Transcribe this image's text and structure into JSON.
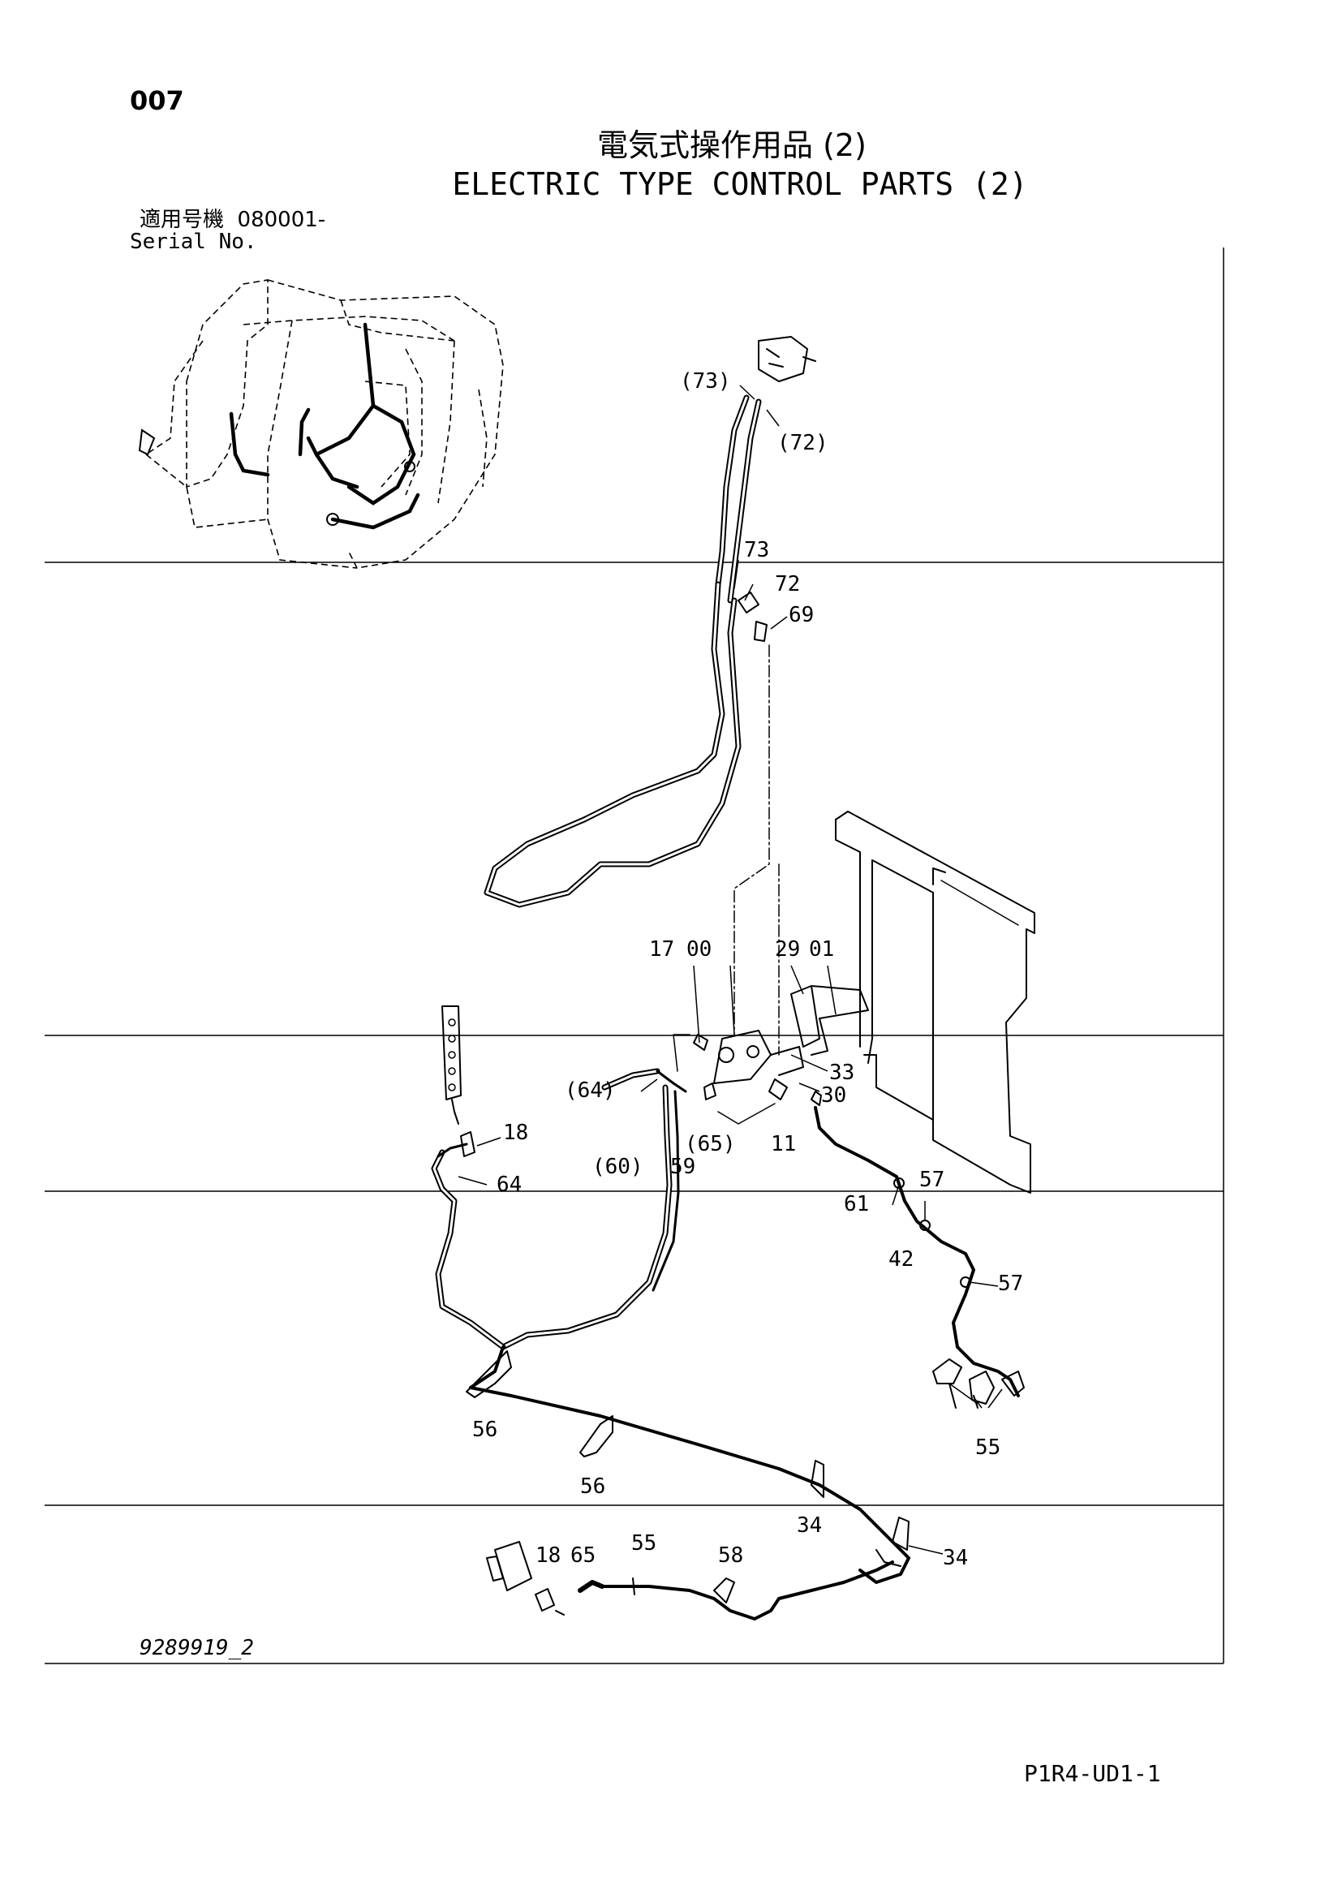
{
  "header": {
    "page_number": "007",
    "title_jp": "電気式操作用品 (2)",
    "title_en": "ELECTRIC TYPE CONTROL PARTS (2)",
    "serial_label_jp": "適用号機",
    "serial_value": "080001-",
    "serial_label_en": "Serial No."
  },
  "callouts": {
    "c73p": "(73)",
    "c72p": "(72)",
    "c73": "73",
    "c72": "72",
    "c69": "69",
    "c17": "17",
    "c00": "00",
    "c29": "29",
    "c01": "01",
    "c33": "33",
    "c30": "30",
    "c64p": "(64)",
    "c65p": "(65)",
    "c11": "11",
    "c18a": "18",
    "c60p": "(60)",
    "c59": "59",
    "c64": "64",
    "c57a": "57",
    "c61": "61",
    "c42": "42",
    "c57b": "57",
    "c55a": "55",
    "c56a": "56",
    "c56b": "56",
    "c34a": "34",
    "c34b": "34",
    "c18b": "18",
    "c65": "65",
    "c55b": "55",
    "c58": "58"
  },
  "footer": {
    "drawing_no": "9289919_2",
    "code": "P1R4-UD1-1"
  }
}
